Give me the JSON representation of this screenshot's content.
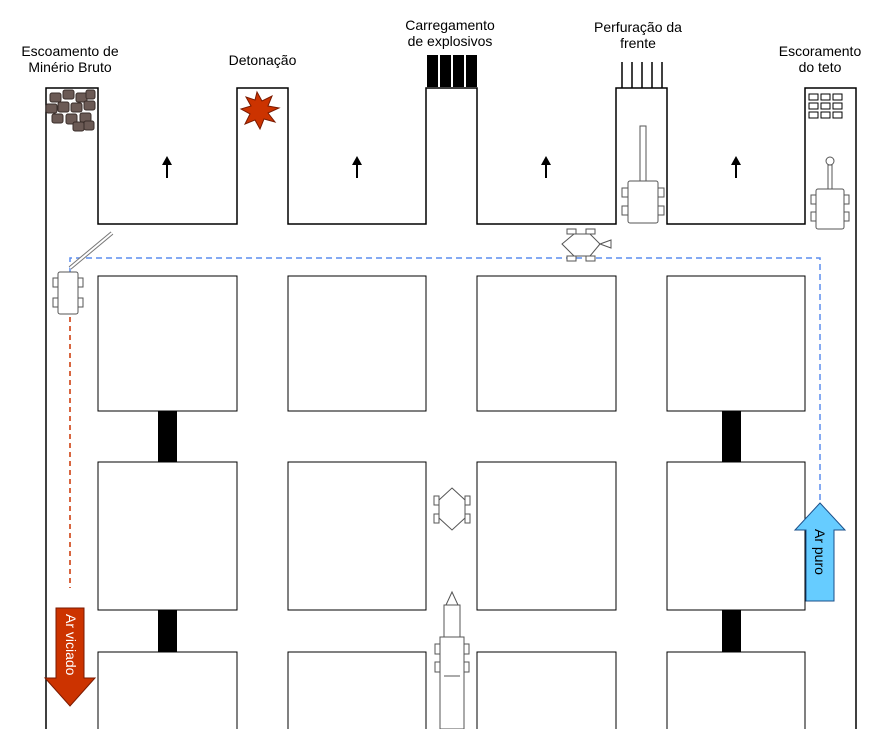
{
  "labels": {
    "escoamento_line1": "Escoamento de",
    "escoamento_line2": "Minério Bruto",
    "detonacao": "Detonação",
    "carregamento_line1": "Carregamento",
    "carregamento_line2": "de explosivos",
    "perfuracao_line1": "Perfuração da",
    "perfuracao_line2": "frente",
    "escoramento_line1": "Escoramento",
    "escoramento_line2": "do teto"
  },
  "airflow": {
    "fresh_air": "Ar puro",
    "stale_air": "Ar viciado"
  },
  "colors": {
    "fresh_air": "#66ccff",
    "stale_air": "#cc3300",
    "fresh_air_path": "#5b8def",
    "stale_air_path": "#cc3300",
    "explosion": "#cc3300",
    "ore": "#6b5a55"
  },
  "icons": {
    "ore_pile": "ore-pile-icon",
    "explosion": "explosion-icon",
    "explosives": "explosive-charges-icon",
    "drill_rods": "drill-rods-icon",
    "roof_bolts": "roof-bolt-panel-icon"
  }
}
